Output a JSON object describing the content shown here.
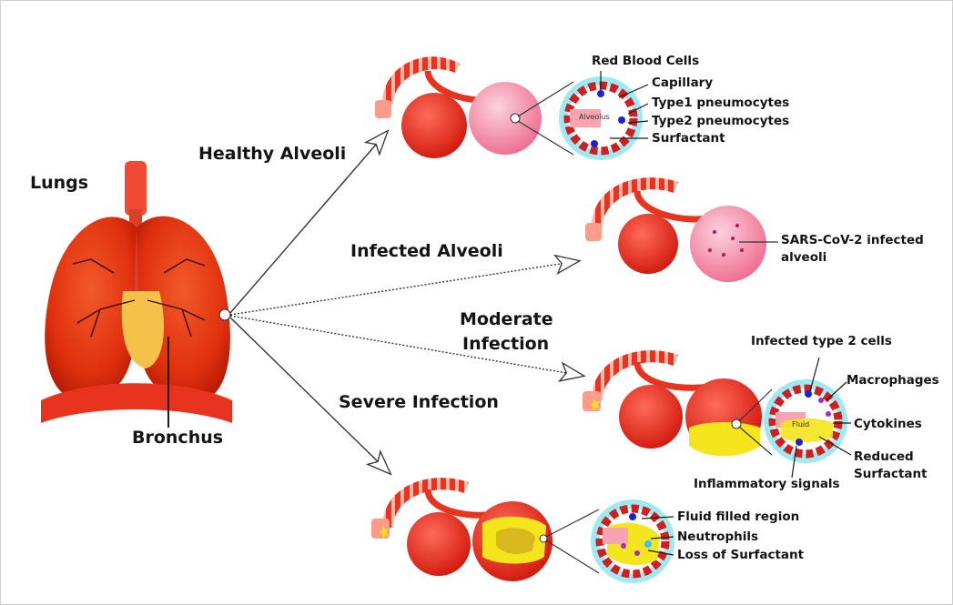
{
  "labels": {
    "lungs": "Lungs",
    "bronchus": "Bronchus",
    "healthy": "Healthy Alveoli",
    "infected": "Infected Alveoli",
    "moderate_line1": "Moderate",
    "moderate_line2": "Infection",
    "severe": "Severe Infection"
  },
  "healthy_callouts": {
    "red_blood_cells": "Red Blood Cells",
    "capillary": "Capillary",
    "type1": "Type1 pneumocytes",
    "type2": "Type2 pneumocytes",
    "surfactant": "Surfactant",
    "alveolus": "Alveolus"
  },
  "infected_callouts": {
    "line1": "SARS-CoV-2 infected",
    "line2": "alveoli"
  },
  "moderate_callouts": {
    "infected_type2": "Infected type 2 cells",
    "macrophages": "Macrophages",
    "cytokines": "Cytokines",
    "reduced_line1": "Reduced",
    "reduced_line2": "Surfactant",
    "inflammatory": "Inflammatory signals",
    "fluid": "Fluid"
  },
  "severe_callouts": {
    "fluid_region": "Fluid filled region",
    "neutrophils": "Neutrophils",
    "loss": "Loss of Surfactant"
  },
  "colors": {
    "lung_red": "#e8340f",
    "tissue_pink": "#f7a3b0",
    "alveolus_ring": "#9fe9f2",
    "fluid_yellow": "#f5e51c",
    "cell_blue": "#1a22d6"
  }
}
